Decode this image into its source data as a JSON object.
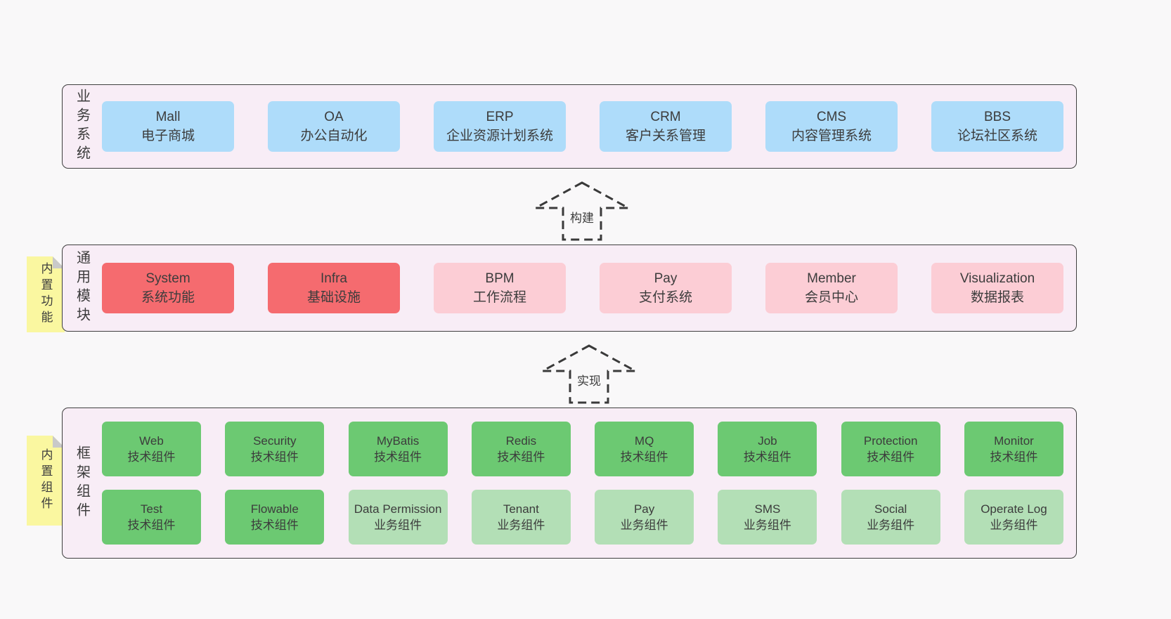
{
  "diagram": {
    "layers": [
      {
        "name": "business-systems",
        "side_label": "业务系统",
        "tab": null,
        "rows": [
          [
            {
              "title": "Mall",
              "subtitle": "电子商城",
              "variant": "blue"
            },
            {
              "title": "OA",
              "subtitle": "办公自动化",
              "variant": "blue"
            },
            {
              "title": "ERP",
              "subtitle": "企业资源计划系统",
              "variant": "blue"
            },
            {
              "title": "CRM",
              "subtitle": "客户关系管理",
              "variant": "blue"
            },
            {
              "title": "CMS",
              "subtitle": "内容管理系统",
              "variant": "blue"
            },
            {
              "title": "BBS",
              "subtitle": "论坛社区系统",
              "variant": "blue"
            }
          ]
        ]
      },
      {
        "name": "common-modules",
        "side_label": "通用模块",
        "tab": "内置功能",
        "rows": [
          [
            {
              "title": "System",
              "subtitle": "系统功能",
              "variant": "red"
            },
            {
              "title": "Infra",
              "subtitle": "基础设施",
              "variant": "red"
            },
            {
              "title": "BPM",
              "subtitle": "工作流程",
              "variant": "pink"
            },
            {
              "title": "Pay",
              "subtitle": "支付系统",
              "variant": "pink"
            },
            {
              "title": "Member",
              "subtitle": "会员中心",
              "variant": "pink"
            },
            {
              "title": "Visualization",
              "subtitle": "数据报表",
              "variant": "pink"
            }
          ]
        ]
      },
      {
        "name": "framework-components",
        "side_label": "框架组件",
        "tab": "内置组件",
        "rows": [
          [
            {
              "title": "Web",
              "subtitle": "技术组件",
              "variant": "green"
            },
            {
              "title": "Security",
              "subtitle": "技术组件",
              "variant": "green"
            },
            {
              "title": "MyBatis",
              "subtitle": "技术组件",
              "variant": "green"
            },
            {
              "title": "Redis",
              "subtitle": "技术组件",
              "variant": "green"
            },
            {
              "title": "MQ",
              "subtitle": "技术组件",
              "variant": "green"
            },
            {
              "title": "Job",
              "subtitle": "技术组件",
              "variant": "green"
            },
            {
              "title": "Protection",
              "subtitle": "技术组件",
              "variant": "green"
            },
            {
              "title": "Monitor",
              "subtitle": "技术组件",
              "variant": "green"
            }
          ],
          [
            {
              "title": "Test",
              "subtitle": "技术组件",
              "variant": "green"
            },
            {
              "title": "Flowable",
              "subtitle": "技术组件",
              "variant": "green"
            },
            {
              "title": "Data Permission",
              "subtitle": "业务组件",
              "variant": "lightgreen"
            },
            {
              "title": "Tenant",
              "subtitle": "业务组件",
              "variant": "lightgreen"
            },
            {
              "title": "Pay",
              "subtitle": "业务组件",
              "variant": "lightgreen"
            },
            {
              "title": "SMS",
              "subtitle": "业务组件",
              "variant": "lightgreen"
            },
            {
              "title": "Social",
              "subtitle": "业务组件",
              "variant": "lightgreen"
            },
            {
              "title": "Operate Log",
              "subtitle": "业务组件",
              "variant": "lightgreen"
            }
          ]
        ]
      }
    ],
    "arrows": [
      {
        "label": "构建"
      },
      {
        "label": "实现"
      }
    ],
    "colors": {
      "page": "#f9f8f9",
      "panel": "#f8edf6",
      "border": "#3f3f3f",
      "text": "#3c3c3c",
      "tab": "#faf7a0",
      "fold": "#c9c9c9",
      "blue": "#aedcfa",
      "red": "#f56b6f",
      "pink": "#fccdd5",
      "green": "#6cc972",
      "lightgreen": "#b3dfb6",
      "arrow": "#3a3a3a"
    }
  }
}
